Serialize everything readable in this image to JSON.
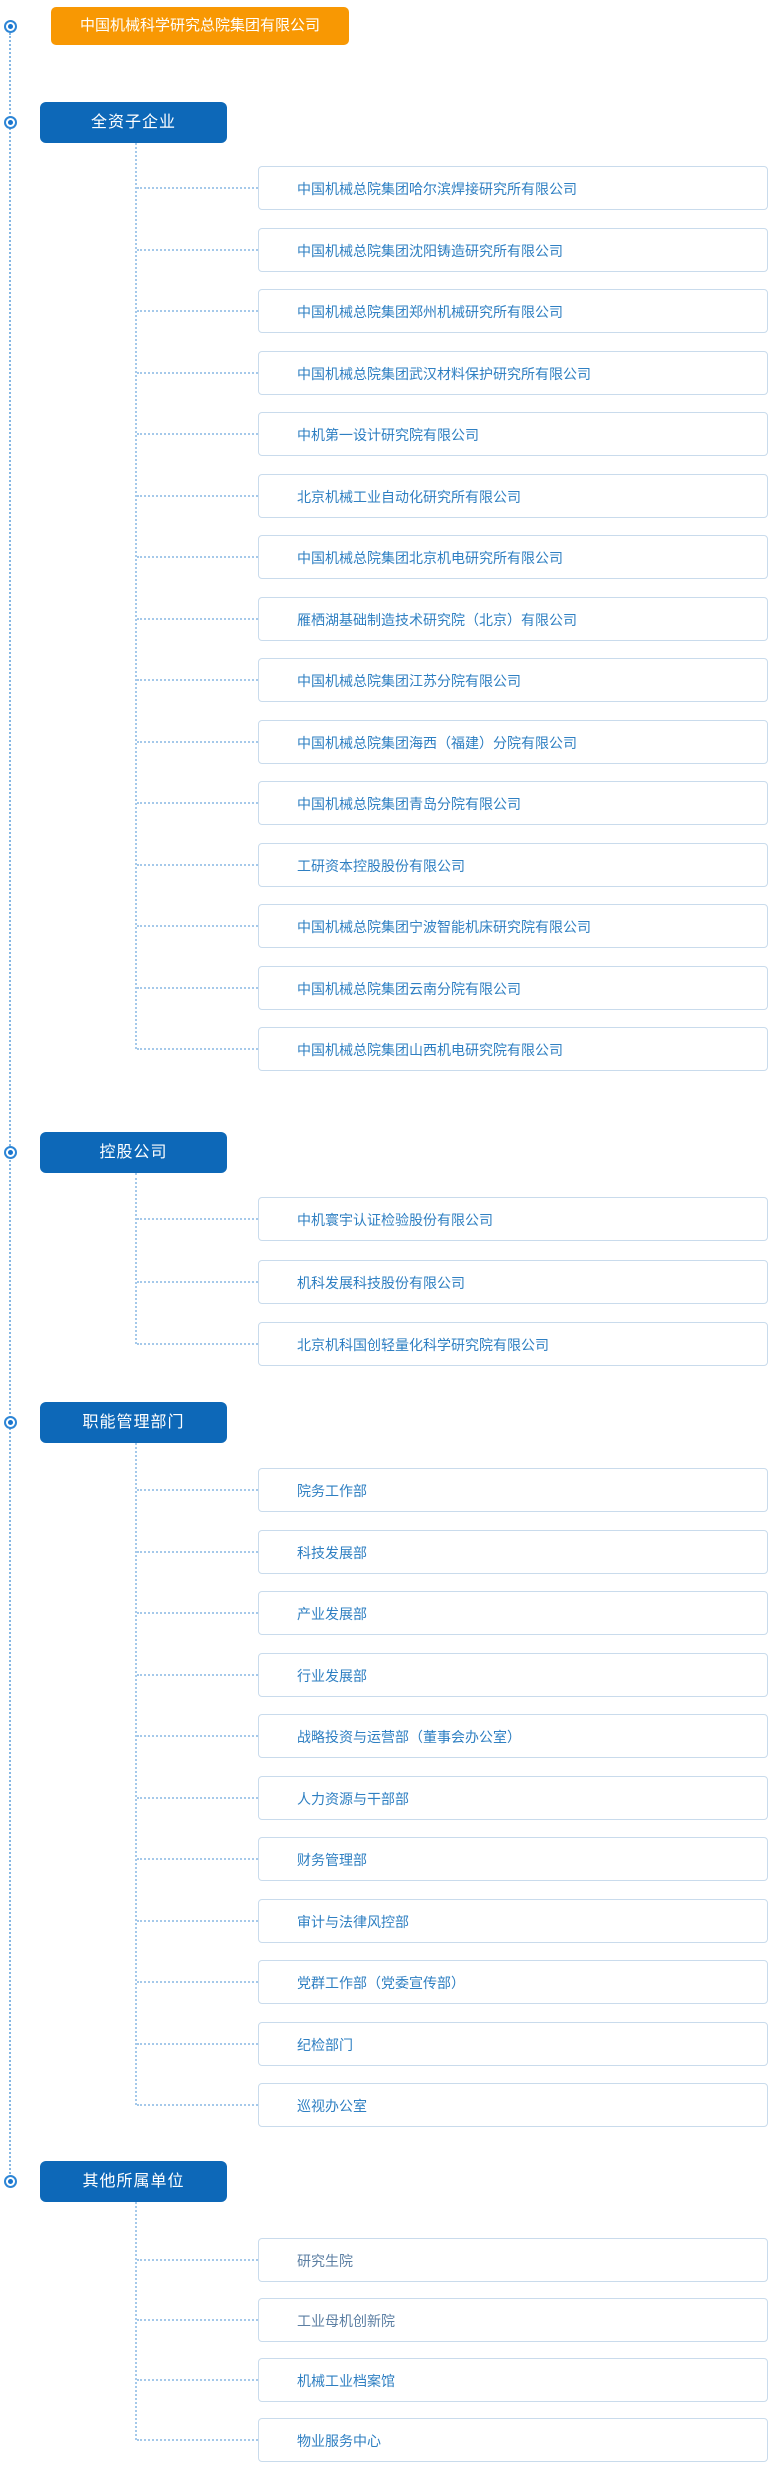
{
  "root": {
    "label": "中国机械科学研究总院集团有限公司"
  },
  "colors": {
    "root_bg": "#F89803",
    "section_bg": "#0D68B8",
    "item_text": "#2E7FC2",
    "item_text_muted": "#5C7FA3",
    "item_border": "#C9DBEC",
    "line": "#A5C9EA",
    "trunk_line": "#85B7E4",
    "radio_ring": "#2E86D6",
    "radio_dot": "#1874CE"
  },
  "sections": [
    {
      "label": "全资子企业",
      "items": [
        {
          "label": "中国机械总院集团哈尔滨焊接研究所有限公司"
        },
        {
          "label": "中国机械总院集团沈阳铸造研究所有限公司"
        },
        {
          "label": "中国机械总院集团郑州机械研究所有限公司"
        },
        {
          "label": "中国机械总院集团武汉材料保护研究所有限公司"
        },
        {
          "label": "中机第一设计研究院有限公司"
        },
        {
          "label": "北京机械工业自动化研究所有限公司"
        },
        {
          "label": "中国机械总院集团北京机电研究所有限公司"
        },
        {
          "label": "雁栖湖基础制造技术研究院（北京）有限公司"
        },
        {
          "label": "中国机械总院集团江苏分院有限公司"
        },
        {
          "label": "中国机械总院集团海西（福建）分院有限公司"
        },
        {
          "label": "中国机械总院集团青岛分院有限公司"
        },
        {
          "label": "工研资本控股股份有限公司"
        },
        {
          "label": "中国机械总院集团宁波智能机床研究院有限公司"
        },
        {
          "label": "中国机械总院集团云南分院有限公司"
        },
        {
          "label": "中国机械总院集团山西机电研究院有限公司"
        }
      ]
    },
    {
      "label": "控股公司",
      "items": [
        {
          "label": "中机寰宇认证检验股份有限公司"
        },
        {
          "label": "机科发展科技股份有限公司"
        },
        {
          "label": "北京机科国创轻量化科学研究院有限公司"
        }
      ]
    },
    {
      "label": "职能管理部门",
      "items": [
        {
          "label": "院务工作部"
        },
        {
          "label": "科技发展部"
        },
        {
          "label": "产业发展部"
        },
        {
          "label": "行业发展部"
        },
        {
          "label": "战略投资与运营部（董事会办公室）"
        },
        {
          "label": "人力资源与干部部"
        },
        {
          "label": "财务管理部"
        },
        {
          "label": "审计与法律风控部"
        },
        {
          "label": "党群工作部（党委宣传部）"
        },
        {
          "label": "纪检部门"
        },
        {
          "label": "巡视办公室"
        }
      ]
    },
    {
      "label": "其他所属单位",
      "items": [
        {
          "label": "研究生院",
          "muted": true
        },
        {
          "label": "工业母机创新院",
          "muted": true
        },
        {
          "label": "机械工业档案馆"
        },
        {
          "label": "物业服务中心"
        }
      ]
    }
  ]
}
